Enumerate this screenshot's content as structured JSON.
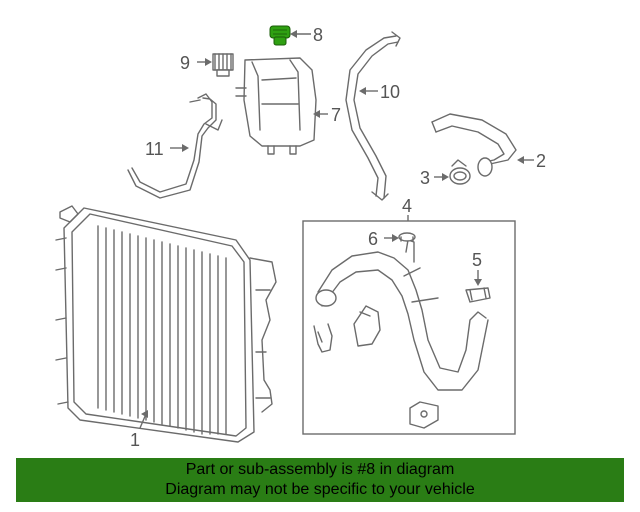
{
  "callouts": {
    "c1": "1",
    "c2": "2",
    "c3": "3",
    "c4": "4",
    "c5": "5",
    "c6": "6",
    "c7": "7",
    "c8": "8",
    "c9": "9",
    "c10": "10",
    "c11": "11"
  },
  "highlight_color": "#2fa012",
  "banner": {
    "line1": "Part or sub-assembly is #8 in diagram",
    "line2": "Diagram may not be specific to your vehicle",
    "color": "#2a7d15"
  }
}
